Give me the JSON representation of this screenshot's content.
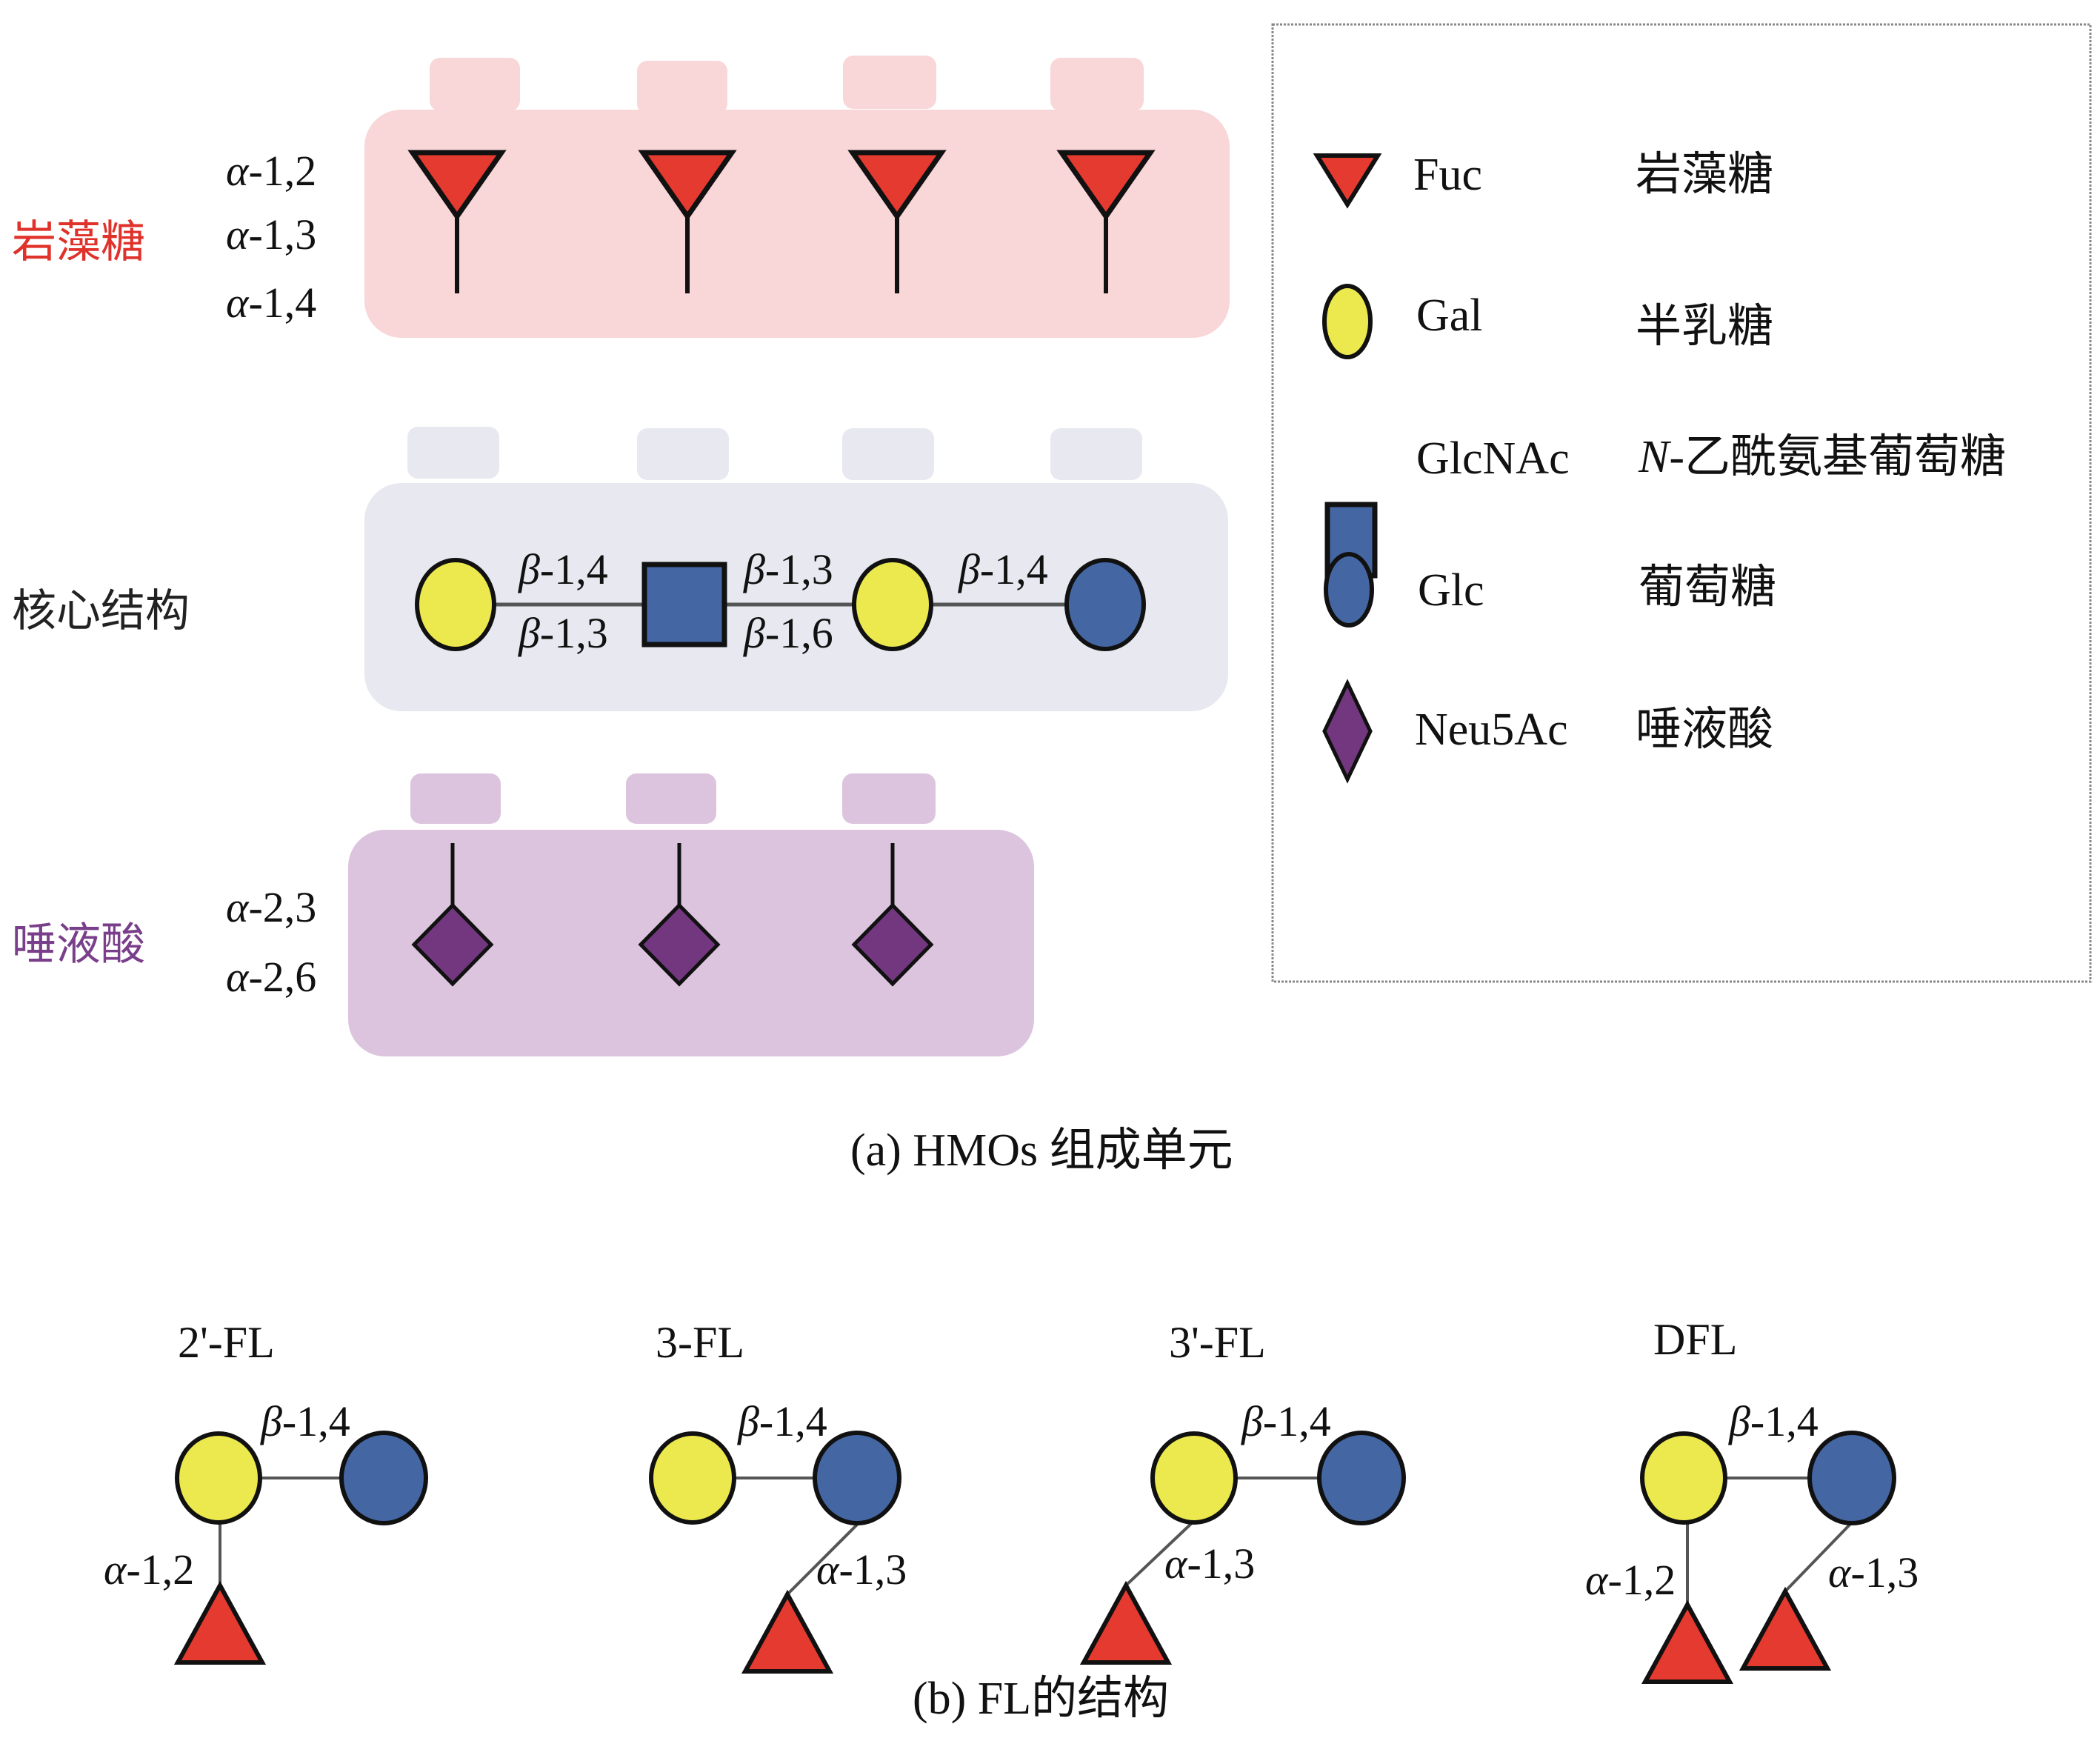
{
  "colors": {
    "fuc_fill": "#e53a30",
    "gal_fill": "#ece94e",
    "glcnac_fill": "#4467a3",
    "glc_fill": "#4467a3",
    "neu5ac_fill": "#72377f",
    "fuc_panel": "#f9d6d8",
    "core_panel": "#e8e8f0",
    "sia_panel": "#dcc4de",
    "fuc_label": "#e0322b",
    "sia_label": "#7a3f8a",
    "outline": "#111111"
  },
  "panel_a": {
    "fucose_row": {
      "label": "岩藻糖",
      "linkages": [
        "α-1,2",
        "α-1,3",
        "α-1,4"
      ],
      "count": 4
    },
    "core_row": {
      "label": "核心结构",
      "residues": [
        "Gal",
        "GlcNAc",
        "Gal",
        "Glc"
      ],
      "links": [
        {
          "top": "β-1,4",
          "bottom": "β-1,3"
        },
        {
          "top": "β-1,3",
          "bottom": "β-1,6"
        },
        {
          "top": "β-1,4",
          "bottom": ""
        }
      ]
    },
    "sialic_row": {
      "label": "唾液酸",
      "linkages": [
        "α-2,3",
        "α-2,6"
      ],
      "count": 3
    },
    "caption": "(a) HMOs 组成单元"
  },
  "legend": {
    "items": [
      {
        "symbol": "triangle-down-icon",
        "abbr": "Fuc",
        "name": "岩藻糖"
      },
      {
        "symbol": "circle-icon",
        "abbr": "Gal",
        "name": "半乳糖"
      },
      {
        "symbol": "square-icon",
        "abbr": "GlcNAc",
        "name_prefix": "N",
        "name": "-乙酰氨基葡萄糖"
      },
      {
        "symbol": "circle-icon",
        "abbr": "Glc",
        "name": "葡萄糖"
      },
      {
        "symbol": "diamond-icon",
        "abbr": "Neu5Ac",
        "name": "唾液酸"
      }
    ]
  },
  "panel_b": {
    "structures": [
      {
        "title": "2'-FL",
        "gal_glc_link": "β-1,4",
        "fuc_links": [
          {
            "on": "Gal",
            "label": "α-1,2"
          }
        ]
      },
      {
        "title": "3-FL",
        "gal_glc_link": "β-1,4",
        "fuc_links": [
          {
            "on": "Glc",
            "label": "α-1,3"
          }
        ]
      },
      {
        "title": "3'-FL",
        "gal_glc_link": "β-1,4",
        "fuc_links": [
          {
            "on": "Gal",
            "label": "α-1,3"
          }
        ]
      },
      {
        "title": "DFL",
        "gal_glc_link": "β-1,4",
        "fuc_links": [
          {
            "on": "Gal",
            "label": "α-1,2"
          },
          {
            "on": "Glc",
            "label": "α-1,3"
          }
        ]
      }
    ],
    "caption": "(b) FL的结构"
  }
}
